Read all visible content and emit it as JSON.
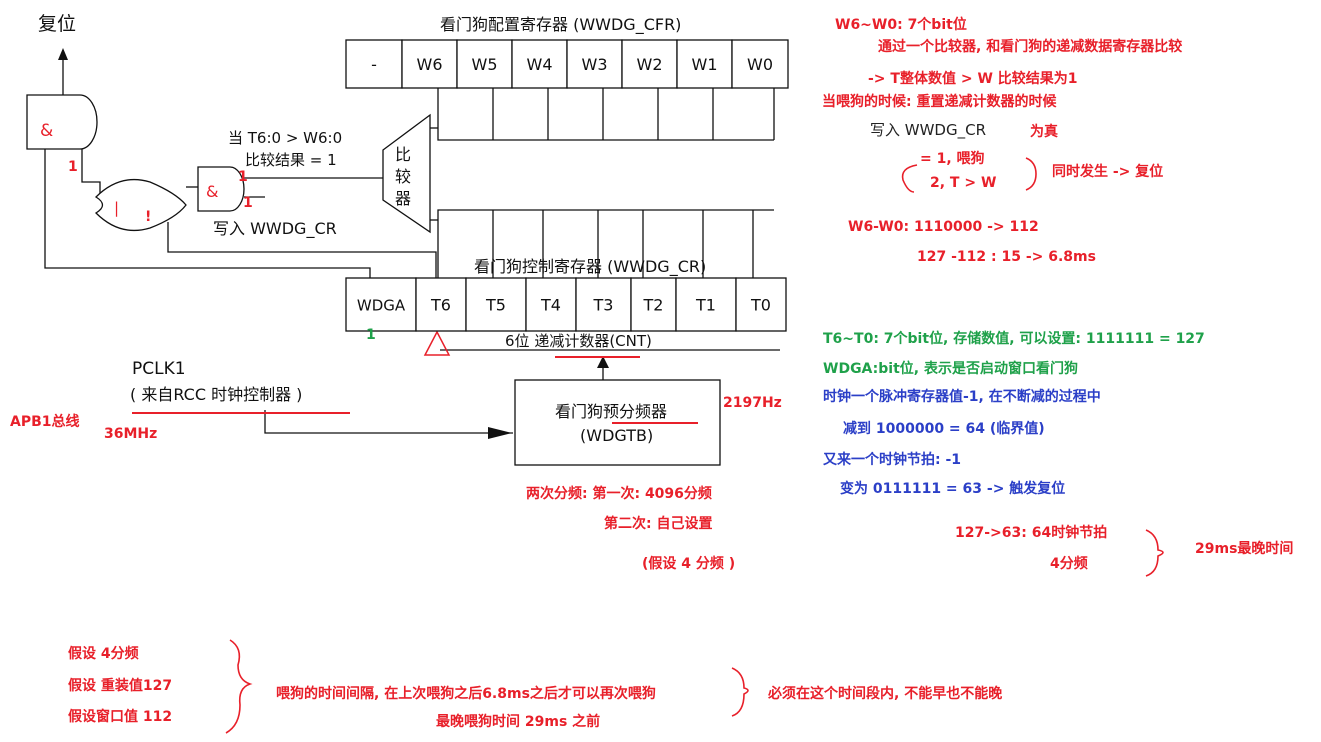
{
  "diagram": {
    "reset_label": "复位",
    "and_symbol": "&",
    "or_symbol": "|",
    "cfr_title": "看门狗配置寄存器 (WWDG_CFR)",
    "cfr_bits": [
      "-",
      "W6",
      "W5",
      "W4",
      "W3",
      "W2",
      "W1",
      "W0"
    ],
    "cr_title": "看门狗控制寄存器 (WWDG_CR)",
    "cr_bits": [
      "WDGA",
      "T6",
      "T5",
      "T4",
      "T3",
      "T2",
      "T1",
      "T0"
    ],
    "comparator_chars": [
      "比",
      "较",
      "器"
    ],
    "compare_line1": "当 T6:0 > W6:0",
    "compare_line2": "比较结果 = 1",
    "write_cr": "写入 WWDG_CR",
    "counter_label_prefix": "6位 ",
    "counter_label_main": "递减计数器",
    "counter_label_suffix": "(CNT)",
    "pclk": "PCLK1",
    "pclk_source": "( 来自RCC 时钟控制器 )",
    "prescaler_line1": "看门狗预分频器",
    "prescaler_line2": "(WDGTB)"
  },
  "annotations": {
    "and_out_one": "1",
    "and2_in_top": "1",
    "and2_in_bottom": "1",
    "or_in_bang": "!",
    "wdga_one": "1",
    "apb1": "APB1总线",
    "freq_36": "36MHz",
    "freq_2197": "2197Hz",
    "two_div": "两次分频: 第一次: 4096分频",
    "second_div": "第二次: 自己设置",
    "assume_div": "(假设 4 分频  )",
    "w_title": "W6~W0: 7个bit位",
    "w_desc": "通过一个比较器, 和看门狗的递减数据寄存器比较",
    "w_result": "->  T整体数值 > W  比较结果为1",
    "feed_when": "当喂狗的时候:  重置递减计数器的时候",
    "write_cr_dark": "写入 WWDG_CR",
    "is_true": "为真",
    "cond1": "= 1, 喂狗",
    "cond2": "2, T > W",
    "simul": "同时发生 -> 复位",
    "w_value": "W6-W0:  1110000 ->  112",
    "w_calc": "127 -112 : 15   ->  6.8ms",
    "t_desc": "T6~T0: 7个bit位, 存储数值, 可以设置:  1111111 = 127",
    "wdga_desc": "WDGA:bit位, 表示是否启动窗口看门狗",
    "clk_desc": "时钟一个脉冲寄存器值-1, 在不断减的过程中",
    "reduce_to": "减到 1000000   = 64  (临界值)",
    "another_tick": "又来一个时钟节拍: -1",
    "becomes": "变为  0111111 = 63   -> 触发复位",
    "ticks": "127->63: 64时钟节拍",
    "four_div": "4分频",
    "latest_time": "29ms最晚时间",
    "assume1": "假设 4分频",
    "assume2": "假设 重装值127",
    "assume3": "假设窗口值 112",
    "interval": "喂狗的时间间隔, 在上次喂狗之后6.8ms之后才可以再次喂狗",
    "latest_feed": "最晚喂狗时间 29ms 之前",
    "must": "必须在这个时间段内, 不能早也不能晚"
  },
  "colors": {
    "line": "#111111",
    "red": "#e8202a",
    "green": "#1fa14a",
    "blue": "#2b3fc7"
  }
}
